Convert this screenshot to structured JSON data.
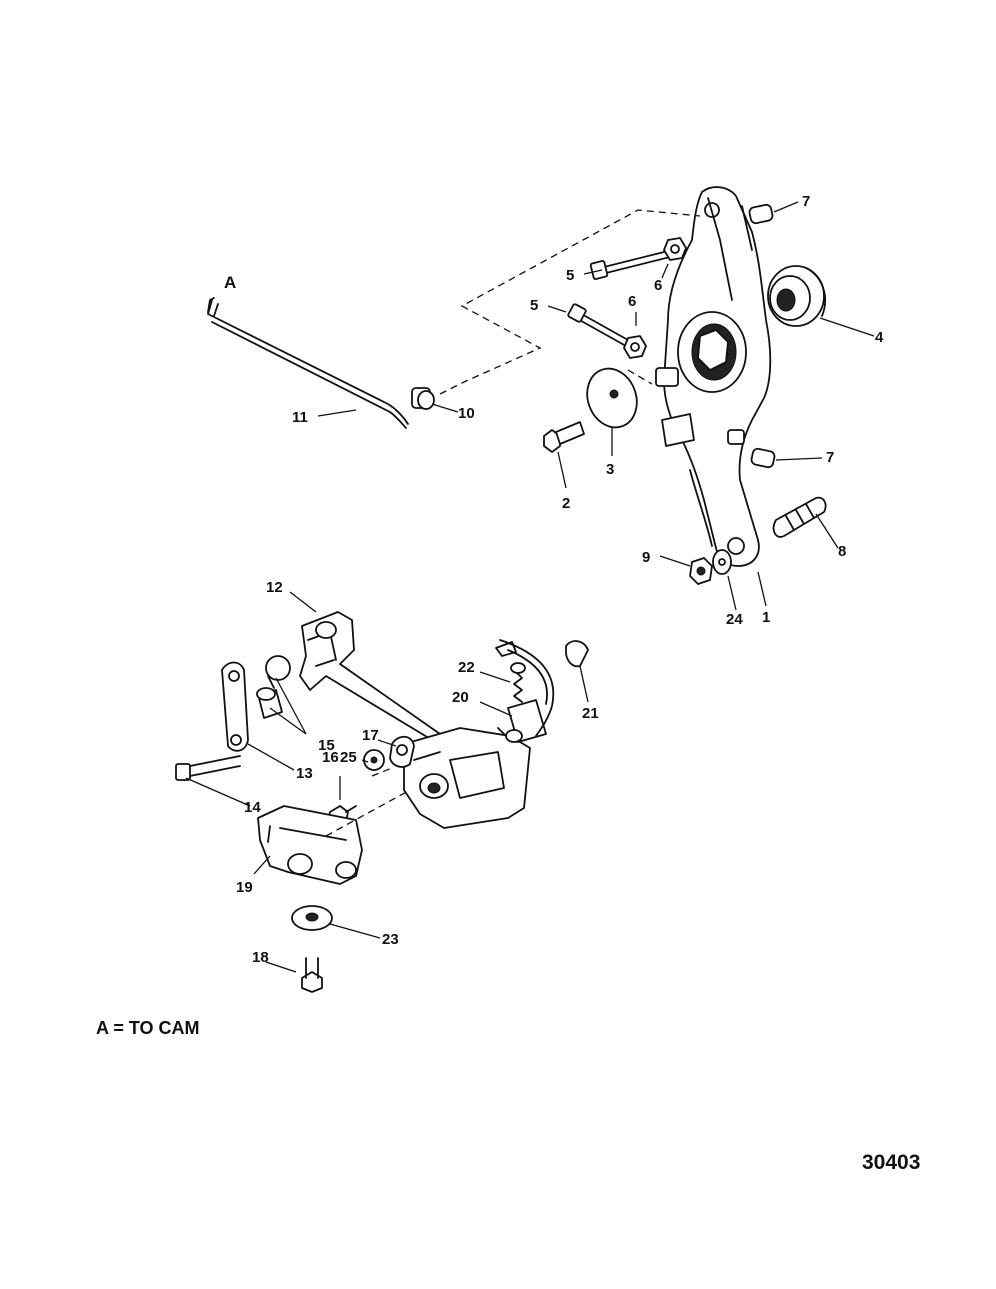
{
  "callouts": {
    "c1": "1",
    "c2": "2",
    "c3": "3",
    "c4": "4",
    "c5a": "5",
    "c5b": "5",
    "c6a": "6",
    "c6b": "6",
    "c7a": "7",
    "c7b": "7",
    "c8": "8",
    "c9": "9",
    "c10": "10",
    "c11": "11",
    "c12": "12",
    "c13": "13",
    "c14": "14",
    "c15": "15",
    "c16": "16",
    "c17": "17",
    "c18": "18",
    "c19": "19",
    "c20": "20",
    "c21": "21",
    "c22": "22",
    "c23": "23",
    "c24": "24",
    "c25": "25",
    "ref_a": "A"
  },
  "note": "A = TO CAM",
  "figure_number": "30403"
}
